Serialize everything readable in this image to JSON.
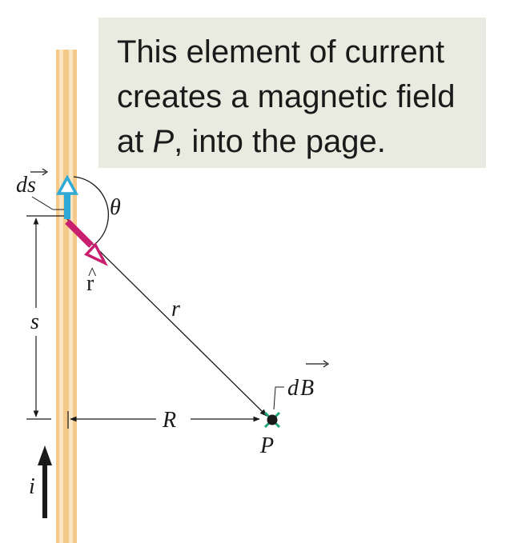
{
  "caption": {
    "line1": "This element of current",
    "line2": "creates a magnetic field",
    "line3_prefix": "at ",
    "line3_point": "P",
    "line3_suffix": ", into the page."
  },
  "labels": {
    "ds": "ds",
    "theta": "θ",
    "rhat": "r",
    "r": "r",
    "s": "s",
    "R": "R",
    "dB": "dB",
    "P": "P",
    "i": "i"
  },
  "colors": {
    "caption_bg": "#e9ebe0",
    "wire_outer": "#f5c98a",
    "wire_inner": "#fbe6c4",
    "ds_arrow": "#2fa9d6",
    "rhat_arrow": "#c8206f",
    "dB_marker": "#1fa37a",
    "ink": "#1a1a1a"
  }
}
